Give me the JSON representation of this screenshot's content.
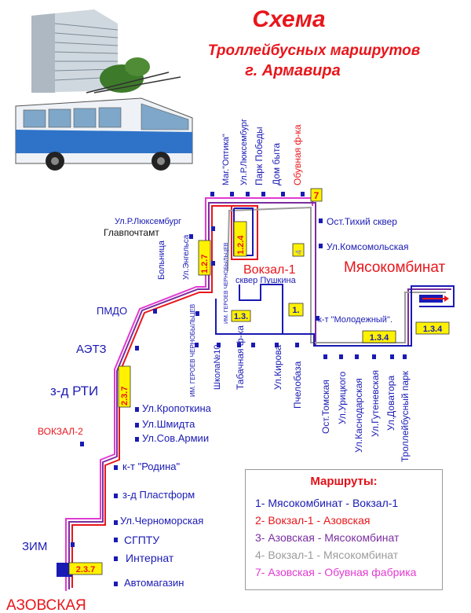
{
  "header": {
    "title": "Схема",
    "subtitle": "Троллейбусных маршрутов",
    "city": "г. Армавира"
  },
  "colors": {
    "route1": "#1a1ab4",
    "route2": "#e8161b",
    "route3": "#7a2ea0",
    "route4": "#9c9c9c",
    "route7": "#e23ad2",
    "stop": "#1a1ab4",
    "accent_red": "#e8161b",
    "label_yellow": "#fff200"
  },
  "stops": {
    "mag_optika": "Маг.\"Оптика\"",
    "ul_luxemburg_top": "Ул.Р.Люксембург",
    "park_pobedy": "Парк Победы",
    "dom_byta": "Дом быта",
    "obuvnaya": "Обувная ф-ка",
    "ost_tikhiy": "Ост.Тихий сквер",
    "ul_komsomolskaya": "Ул.Комсомольская",
    "ul_luxemburg_left": "Ул.Р.Люксембург",
    "glavpochtamt": "Главпочтамт",
    "bolnitsa": "Больница",
    "ul_engelsa": "Ул.Энгельса",
    "vokzal1": "Вокзал-1",
    "myasokombinat": "Мясокомбинат",
    "skver_pushkina": "сквер Пушкина",
    "pmdo": "ПМДО",
    "im_geroev_small": "ИМ. ГЕРОЕВ ЧЕРНОБЫЛЬЦЕВ",
    "molodezhny": "к-т \"Молодежный\".",
    "aetz": "АЭТЗ",
    "im_geroev": "ИМ. ГЕРОЕВ ЧЕРНОБЫЛЬЦЕВ",
    "shkola10": "Школа№10",
    "tabachnaya": "Табачная ф-ка",
    "ul_kirova": "Ул.Кирова",
    "pchelobaza": "Пчелобаза",
    "ost_tomskaya": "Ост.Томская",
    "ul_uritskogo": "Ул.Урицкого",
    "ul_kasnodarskaya": "Ул.Каснодарская",
    "ul_gutenevskaya": "Ул.Гутеневская",
    "ul_dovatora": "Ул.Доватора",
    "trolley_park": "Троллейбусный парк",
    "z_rti": "з-д РТИ",
    "ul_kropotkina": "Ул.Кропоткина",
    "ul_shmidta": "Ул.Шмидта",
    "vokzal2": "ВОКЗАЛ-2",
    "ul_sov_armii": "Ул.Сов.Армии",
    "kt_rodina": "к-т \"Родина\"",
    "z_plastform": "з-д Пластформ",
    "ul_chernomorskaya": "Ул.Черноморская",
    "sgptu": "СГПТУ",
    "zim": "ЗИМ",
    "internat": "Интернат",
    "avtomagazin": "Автомагазин",
    "azovskaya": "АЗОВСКАЯ"
  },
  "route_tags": {
    "seven": "7",
    "r124": "1.2.4",
    "four": "4",
    "r127": "1.2.7",
    "r13a": "1.3.",
    "one": "1.",
    "r134a": "1.3.4",
    "r134b": "1.3.4",
    "r237a": "2.3.7",
    "r237b": "2.3.7"
  },
  "legend": {
    "title": "Маршруты:",
    "items": [
      "1- Мясокомбинат - Вокзал-1",
      "2- Вокзал-1 - Азовская",
      "3- Азовская - Мясокомбинат",
      "4- Вокзал-1 - Мясокомбинат",
      "7- Азовская - Обувная фабрика"
    ]
  }
}
